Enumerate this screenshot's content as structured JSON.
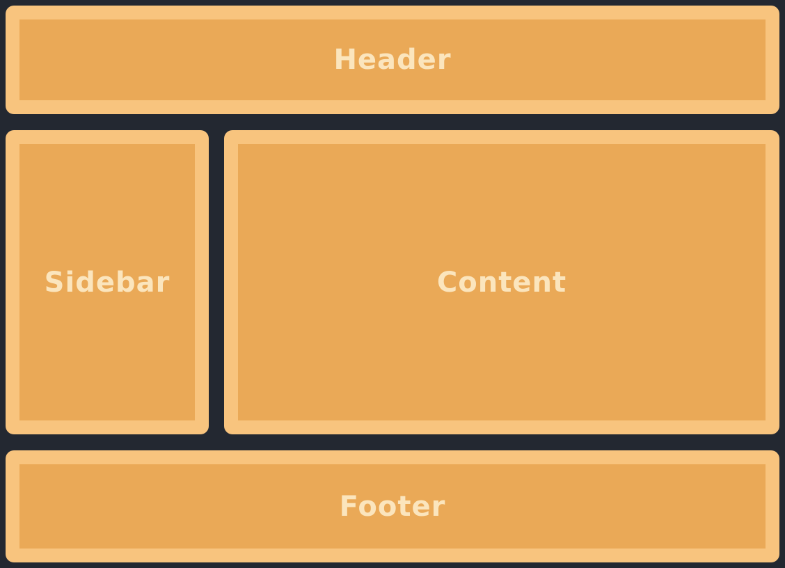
{
  "theme": {
    "background": "#232831",
    "panel_border": "#f8c47e",
    "panel_fill": "#eaa957",
    "text_color": "#fbe5bd"
  },
  "panels": {
    "header": {
      "label": "Header"
    },
    "sidebar": {
      "label": "Sidebar"
    },
    "content": {
      "label": "Content"
    },
    "footer": {
      "label": "Footer"
    }
  }
}
